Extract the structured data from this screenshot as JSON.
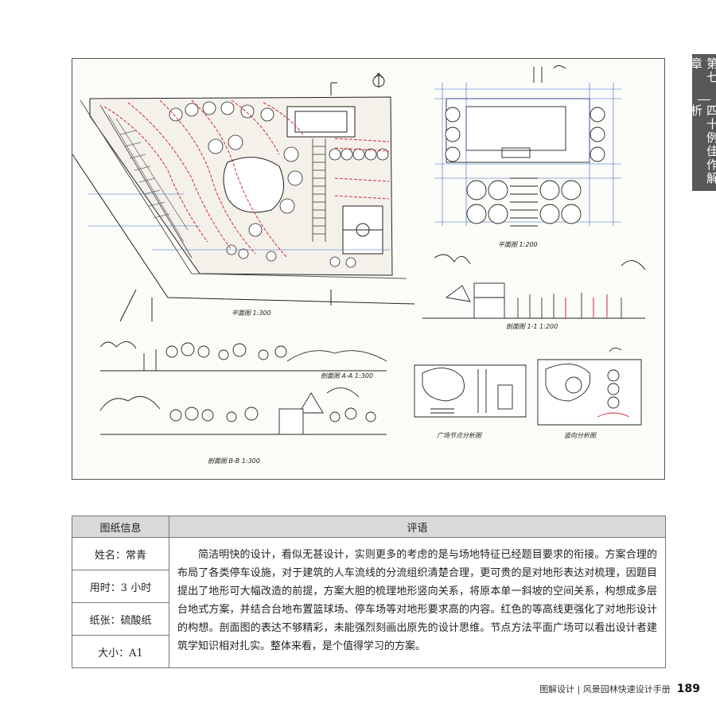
{
  "chapter": {
    "number": "第七章",
    "title": "四十例佳作解析"
  },
  "drawing": {
    "labels": {
      "plan": "平面图 1:300",
      "elevation_plan": "平面图 1:200",
      "section_11": "剖面图 1-1 1:200",
      "section_aa": "剖面图 A-A 1:300",
      "section_bb": "剖面图 B-B 1:300",
      "node_a": "广场节点分析图",
      "node_b": "竖向分析图"
    }
  },
  "table": {
    "header_info": "图纸信息",
    "header_comment": "评语",
    "fields": [
      "姓名：常青",
      "用时：3 小时",
      "纸张：硫酸纸",
      "大小：A1"
    ],
    "comment": "简洁明快的设计，看似无甚设计，实则更多的考虑的是与场地特征已经题目要求的衔接。方案合理的布局了各类停车设施，对于建筑的人车流线的分流组织清楚合理，更可贵的是对地形表达对梳理，因题目提出了地形可大幅改造的前提，方案大胆的梳理地形竖向关系，将原本单一斜坡的空间关系，构想成多层台地式方案，并结合台地布置篮球场、停车场等对地形要求高的内容。红色的等高线更强化了对地形设计的构想。剖面图的表达不够精彩，未能强烈刻画出原先的设计思维。节点方法平面广场可以看出设计者建筑学知识相对扎实。整体来看，是个值得学习的方案。"
  },
  "footer": {
    "title": "图解设计 | 风景园林快速设计手册",
    "page": "189"
  }
}
